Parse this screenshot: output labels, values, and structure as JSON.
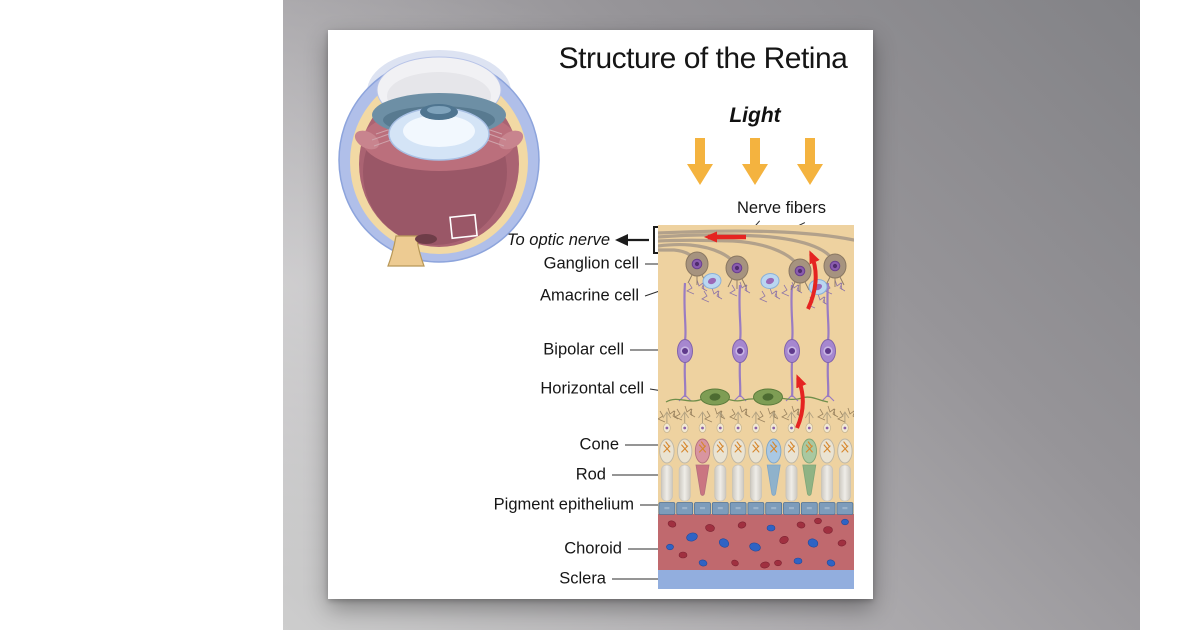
{
  "poster": {
    "title": "Structure of the Retina",
    "light_label": "Light",
    "annotations": {
      "nerve_fibers": "Nerve fibers",
      "to_optic_nerve": "To optic nerve",
      "ganglion_cell": "Ganglion cell",
      "amacrine_cell": "Amacrine cell",
      "bipolar_cell": "Bipolar cell",
      "horizontal_cell": "Horizontal cell",
      "cone": "Cone",
      "rod": "Rod",
      "pigment_epithelium": "Pigment epithelium",
      "choroid": "Choroid",
      "sclera": "Sclera"
    },
    "diagram": {
      "photoreceptor_columns": [
        "rod",
        "rod",
        "cone_red",
        "rod",
        "rod",
        "rod",
        "cone_blue",
        "rod",
        "cone_green",
        "rod",
        "rod"
      ],
      "colors": {
        "light_arrow": "#f4b33f",
        "signal_arrow": "#e52421",
        "tan_background": "#eed2a0",
        "nerve_fiber": "#b2a18b",
        "ganglion_body": "#a6937f",
        "amacrine_body": "#bad6f0",
        "bipolar_body": "#a687cf",
        "horizontal_body": "#7e9d54",
        "rod_body": "#eae3d2",
        "rod_segment": "#dcd8d0",
        "cone_red": "#ca7581",
        "cone_blue": "#8fb2cb",
        "cone_green": "#8fb384",
        "pigment_epithelium": "#7d9cbb",
        "choroid": "#c0696e",
        "choroid_red_cell": "#a03040",
        "choroid_blue_cell": "#2f63c4",
        "sclera": "#92aede"
      }
    }
  }
}
